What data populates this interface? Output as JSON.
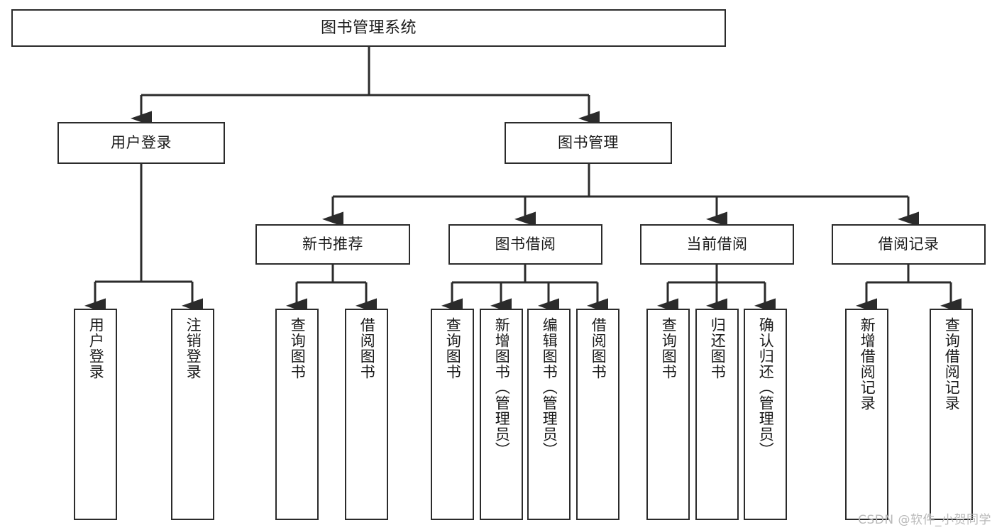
{
  "diagram": {
    "title": "图书管理系统",
    "type": "functional-decomposition-tree",
    "root": {
      "label": "图书管理系统"
    },
    "level2": [
      {
        "label": "用户登录"
      },
      {
        "label": "图书管理"
      }
    ],
    "level3": [
      {
        "label": "新书推荐"
      },
      {
        "label": "图书借阅"
      },
      {
        "label": "当前借阅"
      },
      {
        "label": "借阅记录"
      }
    ],
    "leaves": [
      {
        "label": "用户登录"
      },
      {
        "label": "注销登录"
      },
      {
        "label": "查询图书"
      },
      {
        "label": "借阅图书"
      },
      {
        "label": "查询图书"
      },
      {
        "label": "新增图书（管理员）"
      },
      {
        "label": "编辑图书（管理员）"
      },
      {
        "label": "借阅图书"
      },
      {
        "label": "查询图书"
      },
      {
        "label": "归还图书"
      },
      {
        "label": "确认归还（管理员）"
      },
      {
        "label": "新增借阅记录"
      },
      {
        "label": "查询借阅记录"
      }
    ],
    "watermark": "CSDN @软件_小贺同学",
    "colors": {
      "stroke": "#2b2b2b",
      "fill": "#ffffff",
      "text": "#1a1a1a",
      "watermark": "#b9b9b9"
    }
  }
}
